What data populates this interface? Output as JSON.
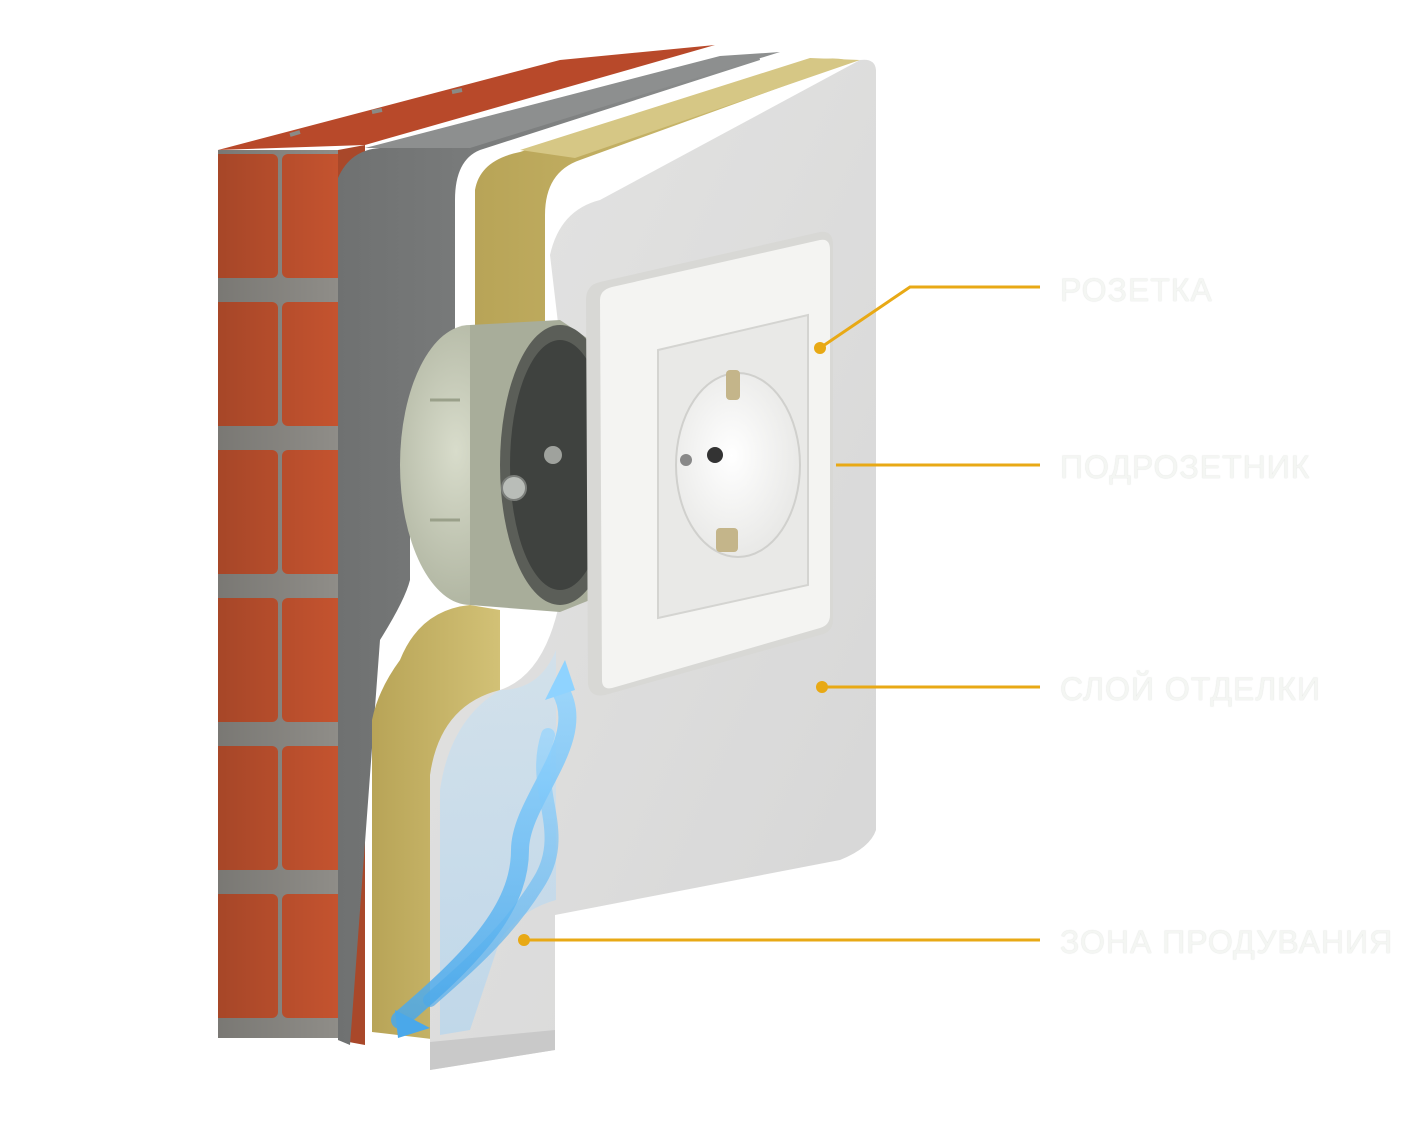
{
  "callouts": {
    "socket": "РОЗЕТКА",
    "box": "ПОДРОЗЕТНИК",
    "finish": "СЛОЙ ОТДЕЛКИ",
    "zone": "ЗОНА ПРОДУВАНИЯ"
  },
  "colors": {
    "leader_line": "#e8a915",
    "brick": "#c4532f",
    "mortar": "#8a8a86",
    "render": "#7d7f7f",
    "insulation": "#c9b768",
    "finish_board": "#dedede",
    "socket_plate": "#f4f4f2",
    "airflow": "#5ab8f0"
  },
  "icons": [
    "brick-wall-icon",
    "electrical-socket-icon",
    "junction-box-icon",
    "airflow-arrow-icon"
  ]
}
